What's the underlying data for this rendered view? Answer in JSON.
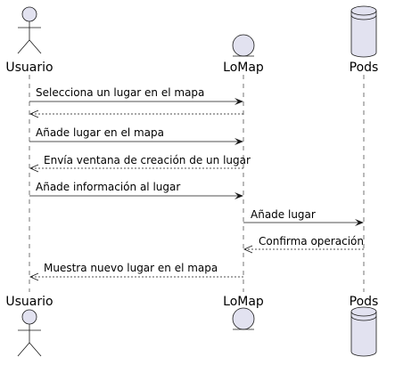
{
  "participants": [
    {
      "id": "usuario",
      "label": "Usuario",
      "kind": "actor"
    },
    {
      "id": "lomap",
      "label": "LoMap",
      "kind": "entity"
    },
    {
      "id": "pods",
      "label": "Pods",
      "kind": "database"
    }
  ],
  "messages": [
    {
      "from": "usuario",
      "to": "lomap",
      "label": "Selecciona un lugar en el mapa",
      "style": "solid"
    },
    {
      "from": "lomap",
      "to": "usuario",
      "label": "",
      "style": "dashed"
    },
    {
      "from": "usuario",
      "to": "lomap",
      "label": "Añade lugar en el mapa",
      "style": "solid"
    },
    {
      "from": "lomap",
      "to": "usuario",
      "label": "Envía ventana de creación de un lugar",
      "style": "dashed"
    },
    {
      "from": "usuario",
      "to": "lomap",
      "label": "Añade información al lugar",
      "style": "solid"
    },
    {
      "from": "lomap",
      "to": "pods",
      "label": "Añade lugar",
      "style": "solid"
    },
    {
      "from": "pods",
      "to": "lomap",
      "label": "Confirma operación",
      "style": "dashed"
    },
    {
      "from": "lomap",
      "to": "usuario",
      "label": "Muestra nuevo lugar en el mapa",
      "style": "dashed"
    }
  ],
  "colors": {
    "shape_fill": "#E2E2F0",
    "shape_stroke": "#181818",
    "lifeline": "#181818",
    "arrow": "#181818",
    "text": "#000000"
  }
}
